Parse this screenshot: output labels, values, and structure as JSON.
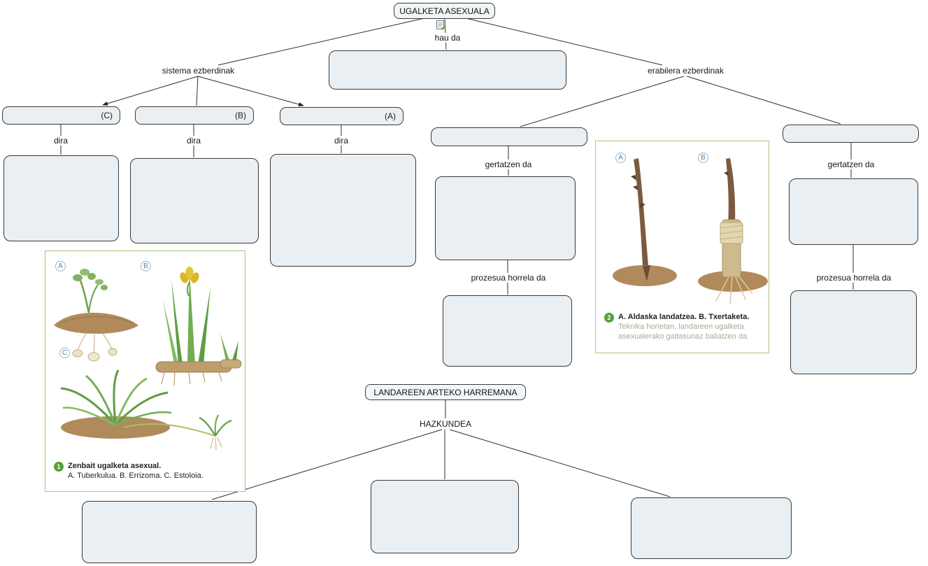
{
  "root": {
    "title": "UGALKETA ASEXUALA",
    "connector": "hau da"
  },
  "branch_labels": {
    "systems": "sistema ezberdinak",
    "uses": "erabilera ezberdinak"
  },
  "system": {
    "boxes": [
      {
        "letter": "(C)"
      },
      {
        "letter": "(B)"
      },
      {
        "letter": "(A)"
      }
    ],
    "connector": "dira"
  },
  "uses": {
    "happens_label": "gertatzen da",
    "process_label": "prozesua horrela da"
  },
  "figure1": {
    "badge": "1",
    "labels": [
      "A",
      "B",
      "C"
    ],
    "caption_title": "Zenbait ugalketa asexual.",
    "caption_items": "A. Tuberkulua. B. Errizoma. C. Estoloia."
  },
  "figure2": {
    "badge": "2",
    "labels": [
      "A",
      "B"
    ],
    "caption_title": "A. Aldaska landatzea. B. Txertaketa.",
    "caption_body": "Teknika horietan, landareen ugalketa asexualerako gaitasunaz baliatzen da."
  },
  "bottom": {
    "title": "LANDAREEN ARTEKO HARREMANA",
    "connector": "HAZKUNDEA"
  },
  "palette": {
    "box_fill": "#e9eff2",
    "box_border": "#3a3a3a",
    "panel_border": "#a9c77e",
    "badge_green": "#56a335",
    "line": "#2e2e2e"
  }
}
